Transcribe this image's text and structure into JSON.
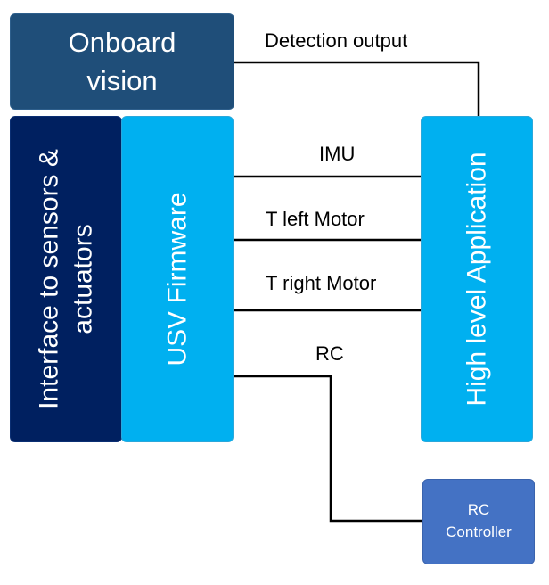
{
  "blocks": {
    "onboard_vision": "Onboard\nvision",
    "interface": "Interface to sensors &\nactuators",
    "usv_firmware": "USV Firmware",
    "high_level_app": "High level Application",
    "rc_controller": "RC\nController"
  },
  "connections": {
    "detection_output": "Detection output",
    "imu": "IMU",
    "t_left_motor": "T left Motor",
    "t_right_motor": "T right Motor",
    "rc": "RC"
  },
  "colors": {
    "onboard_vision": "#1f4e79",
    "interface": "#002060",
    "firmware": "#00b0f0",
    "high_level_app": "#00b0f0",
    "rc_controller": "#4472c4",
    "wire": "#000000"
  }
}
